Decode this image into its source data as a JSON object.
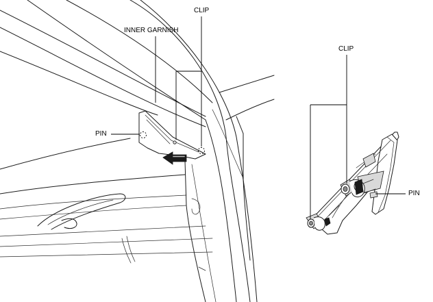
{
  "labels": {
    "inner_garnish": "INNER GARNISH",
    "clip_left": "CLIP",
    "pin_left": "PIN",
    "clip_right": "CLIP",
    "pin_right": "PIN"
  }
}
